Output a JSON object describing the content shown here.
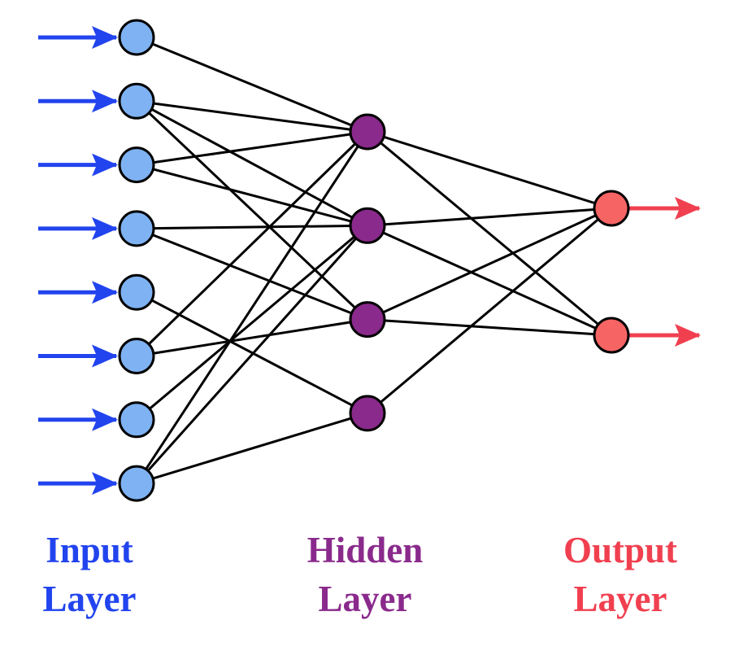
{
  "colors": {
    "input": "#2244ee",
    "input_node": "#7fb2f2",
    "hidden": "#8a2a8c",
    "hidden_node": "#8a2a8c",
    "output": "#f04050",
    "output_node": "#f76464",
    "connection": "#000000"
  },
  "layers": {
    "input": {
      "label_line1": "Input",
      "label_line2": "Layer",
      "node_count": 8
    },
    "hidden": {
      "label_line1": "Hidden",
      "label_line2": "Layer",
      "node_count": 4
    },
    "output": {
      "label_line1": "Output",
      "label_line2": "Layer",
      "node_count": 2
    }
  },
  "connections": {
    "input_to_hidden": [
      [
        0,
        0
      ],
      [
        1,
        0
      ],
      [
        1,
        1
      ],
      [
        1,
        2
      ],
      [
        2,
        0
      ],
      [
        2,
        1
      ],
      [
        3,
        1
      ],
      [
        3,
        2
      ],
      [
        4,
        3
      ],
      [
        5,
        0
      ],
      [
        5,
        2
      ],
      [
        6,
        1
      ],
      [
        7,
        0
      ],
      [
        7,
        1
      ],
      [
        7,
        3
      ]
    ],
    "hidden_to_output": [
      [
        0,
        0
      ],
      [
        0,
        1
      ],
      [
        1,
        0
      ],
      [
        1,
        1
      ],
      [
        2,
        0
      ],
      [
        2,
        1
      ],
      [
        3,
        0
      ]
    ]
  }
}
